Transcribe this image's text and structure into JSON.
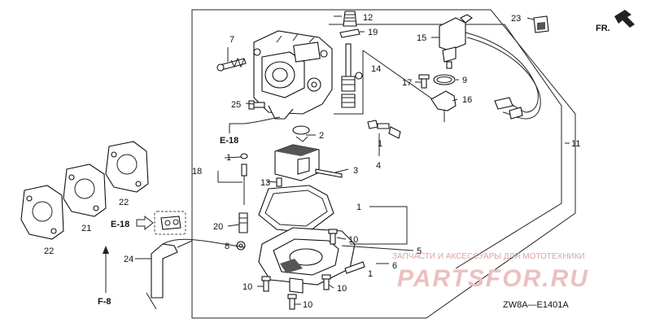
{
  "diagram": {
    "code": "ZW8A—E1401A",
    "direction": "FR.",
    "references": [
      {
        "id": "ref-e18-top",
        "text": "E-18"
      },
      {
        "id": "ref-e18-left",
        "text": "E-18"
      },
      {
        "id": "ref-f8",
        "text": "F-8"
      }
    ],
    "callouts": [
      "1",
      "2",
      "3",
      "4",
      "5",
      "6",
      "7",
      "8",
      "9",
      "10",
      "11",
      "12",
      "13",
      "14",
      "15",
      "16",
      "17",
      "18",
      "19",
      "20",
      "21",
      "22",
      "23",
      "24",
      "25"
    ]
  },
  "watermark": {
    "tagline": "ЗАПЧАСТИ И АКСЕССУАРЫ ДЛЯ МОТОТЕХНИКИ",
    "brand": "PARTSFOR.RU",
    "color": "#e8b8b8"
  }
}
